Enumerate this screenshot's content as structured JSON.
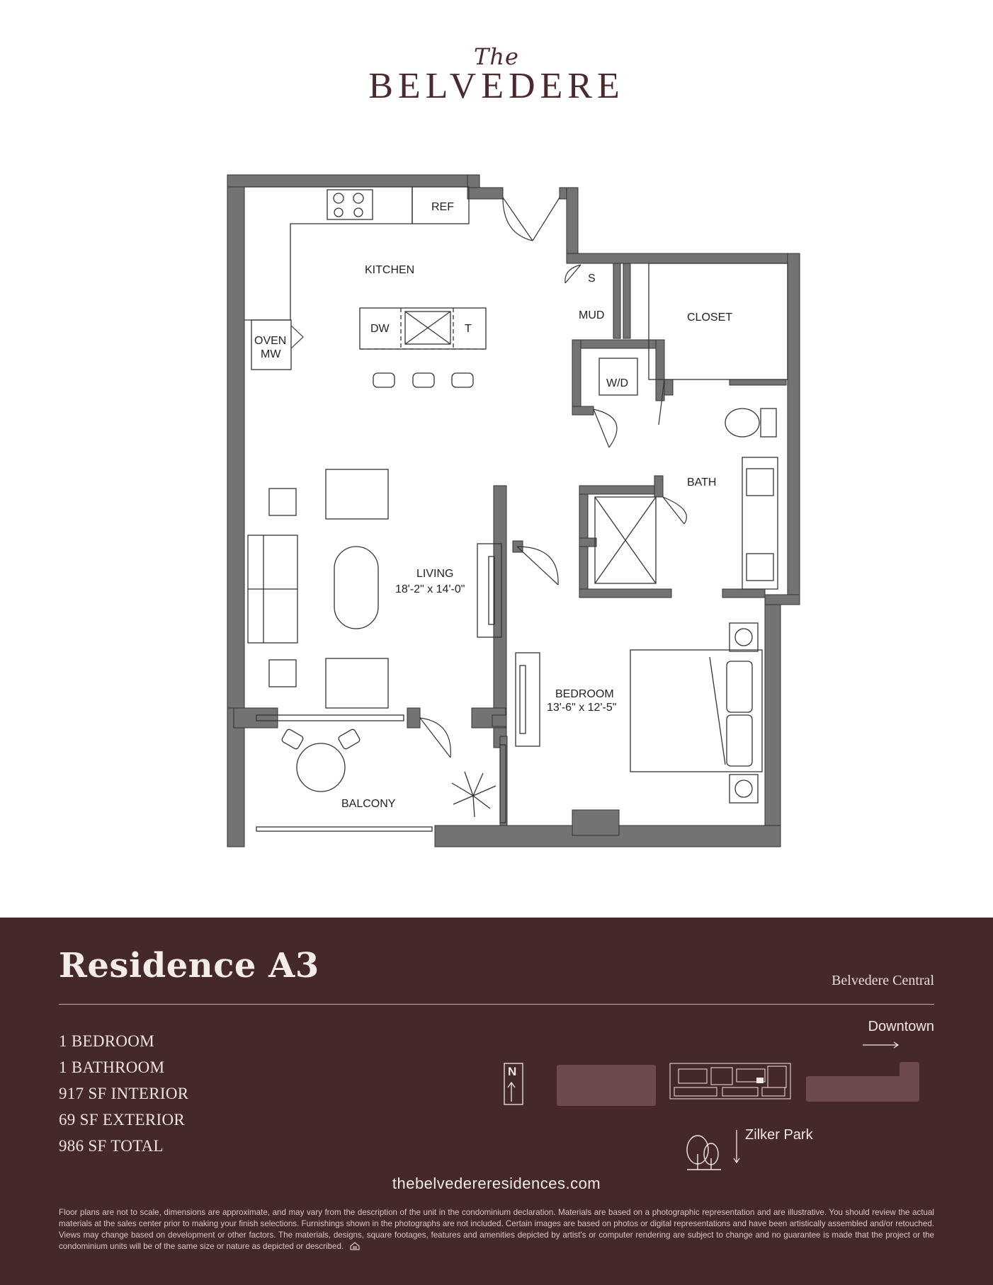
{
  "brand": {
    "script": "The",
    "name": "BELVEDERE"
  },
  "floorplan": {
    "rooms": {
      "kitchen": "KITCHEN",
      "closet": "CLOSET",
      "bath": "BATH",
      "living": "LIVING",
      "living_dims": "18'-2\" x 14'-0\"",
      "bedroom": "BEDROOM",
      "bedroom_dims": "13'-6\" x 12'-5\"",
      "balcony": "BALCONY"
    },
    "fixtures": {
      "ref": "REF",
      "oven": "OVEN",
      "mw": "MW",
      "dw": "DW",
      "trash": "T",
      "storage": "S",
      "mud": "MUD",
      "washer_dryer": "W/D"
    }
  },
  "residence": {
    "title": "Residence A3",
    "building": "Belvedere Central",
    "specs": [
      "1 BEDROOM",
      "1 BATHROOM",
      "917 SF INTERIOR",
      "69 SF EXTERIOR",
      "986 SF TOTAL"
    ]
  },
  "keymap": {
    "north": "N",
    "downtown": "Downtown",
    "park": "Zilker Park",
    "icons": [
      "north-arrow-icon",
      "right-arrow-icon",
      "down-arrow-icon",
      "tree-icon"
    ]
  },
  "website": "thebelvedereresidences.com",
  "disclaimer": "Floor plans are not to scale, dimensions are approximate, and may vary from the description of the unit in the condominium declaration. Materials are based on a photographic representation and are illustrative. You should review the actual materials at the sales center prior to making your finish selections. Furnishings shown in the photographs are not included. Certain images are based on photos or digital representations and have been artistically assembled and/or retouched. Views may change based on development or other factors. The materials, designs, square footages, features and amenities depicted by artist's or computer rendering are subject to change and no guarantee is made that the project or the condominium units will be of the same size or nature as depicted or described.",
  "colors": {
    "panel": "#452829",
    "brand": "#4a2a2c",
    "wall": "#737373"
  }
}
